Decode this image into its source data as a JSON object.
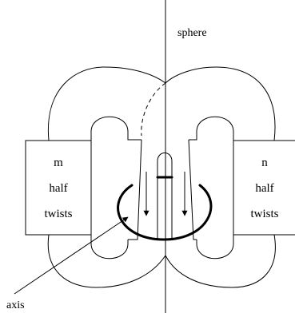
{
  "labels": {
    "sphere": "sphere",
    "axis": "axis",
    "left_box": {
      "line1": "m",
      "line2": "half",
      "line3": "twists"
    },
    "right_box": {
      "line1": "n",
      "line2": "half",
      "line3": "twists"
    }
  },
  "colors": {
    "stroke": "#000000",
    "background": "#ffffff"
  }
}
